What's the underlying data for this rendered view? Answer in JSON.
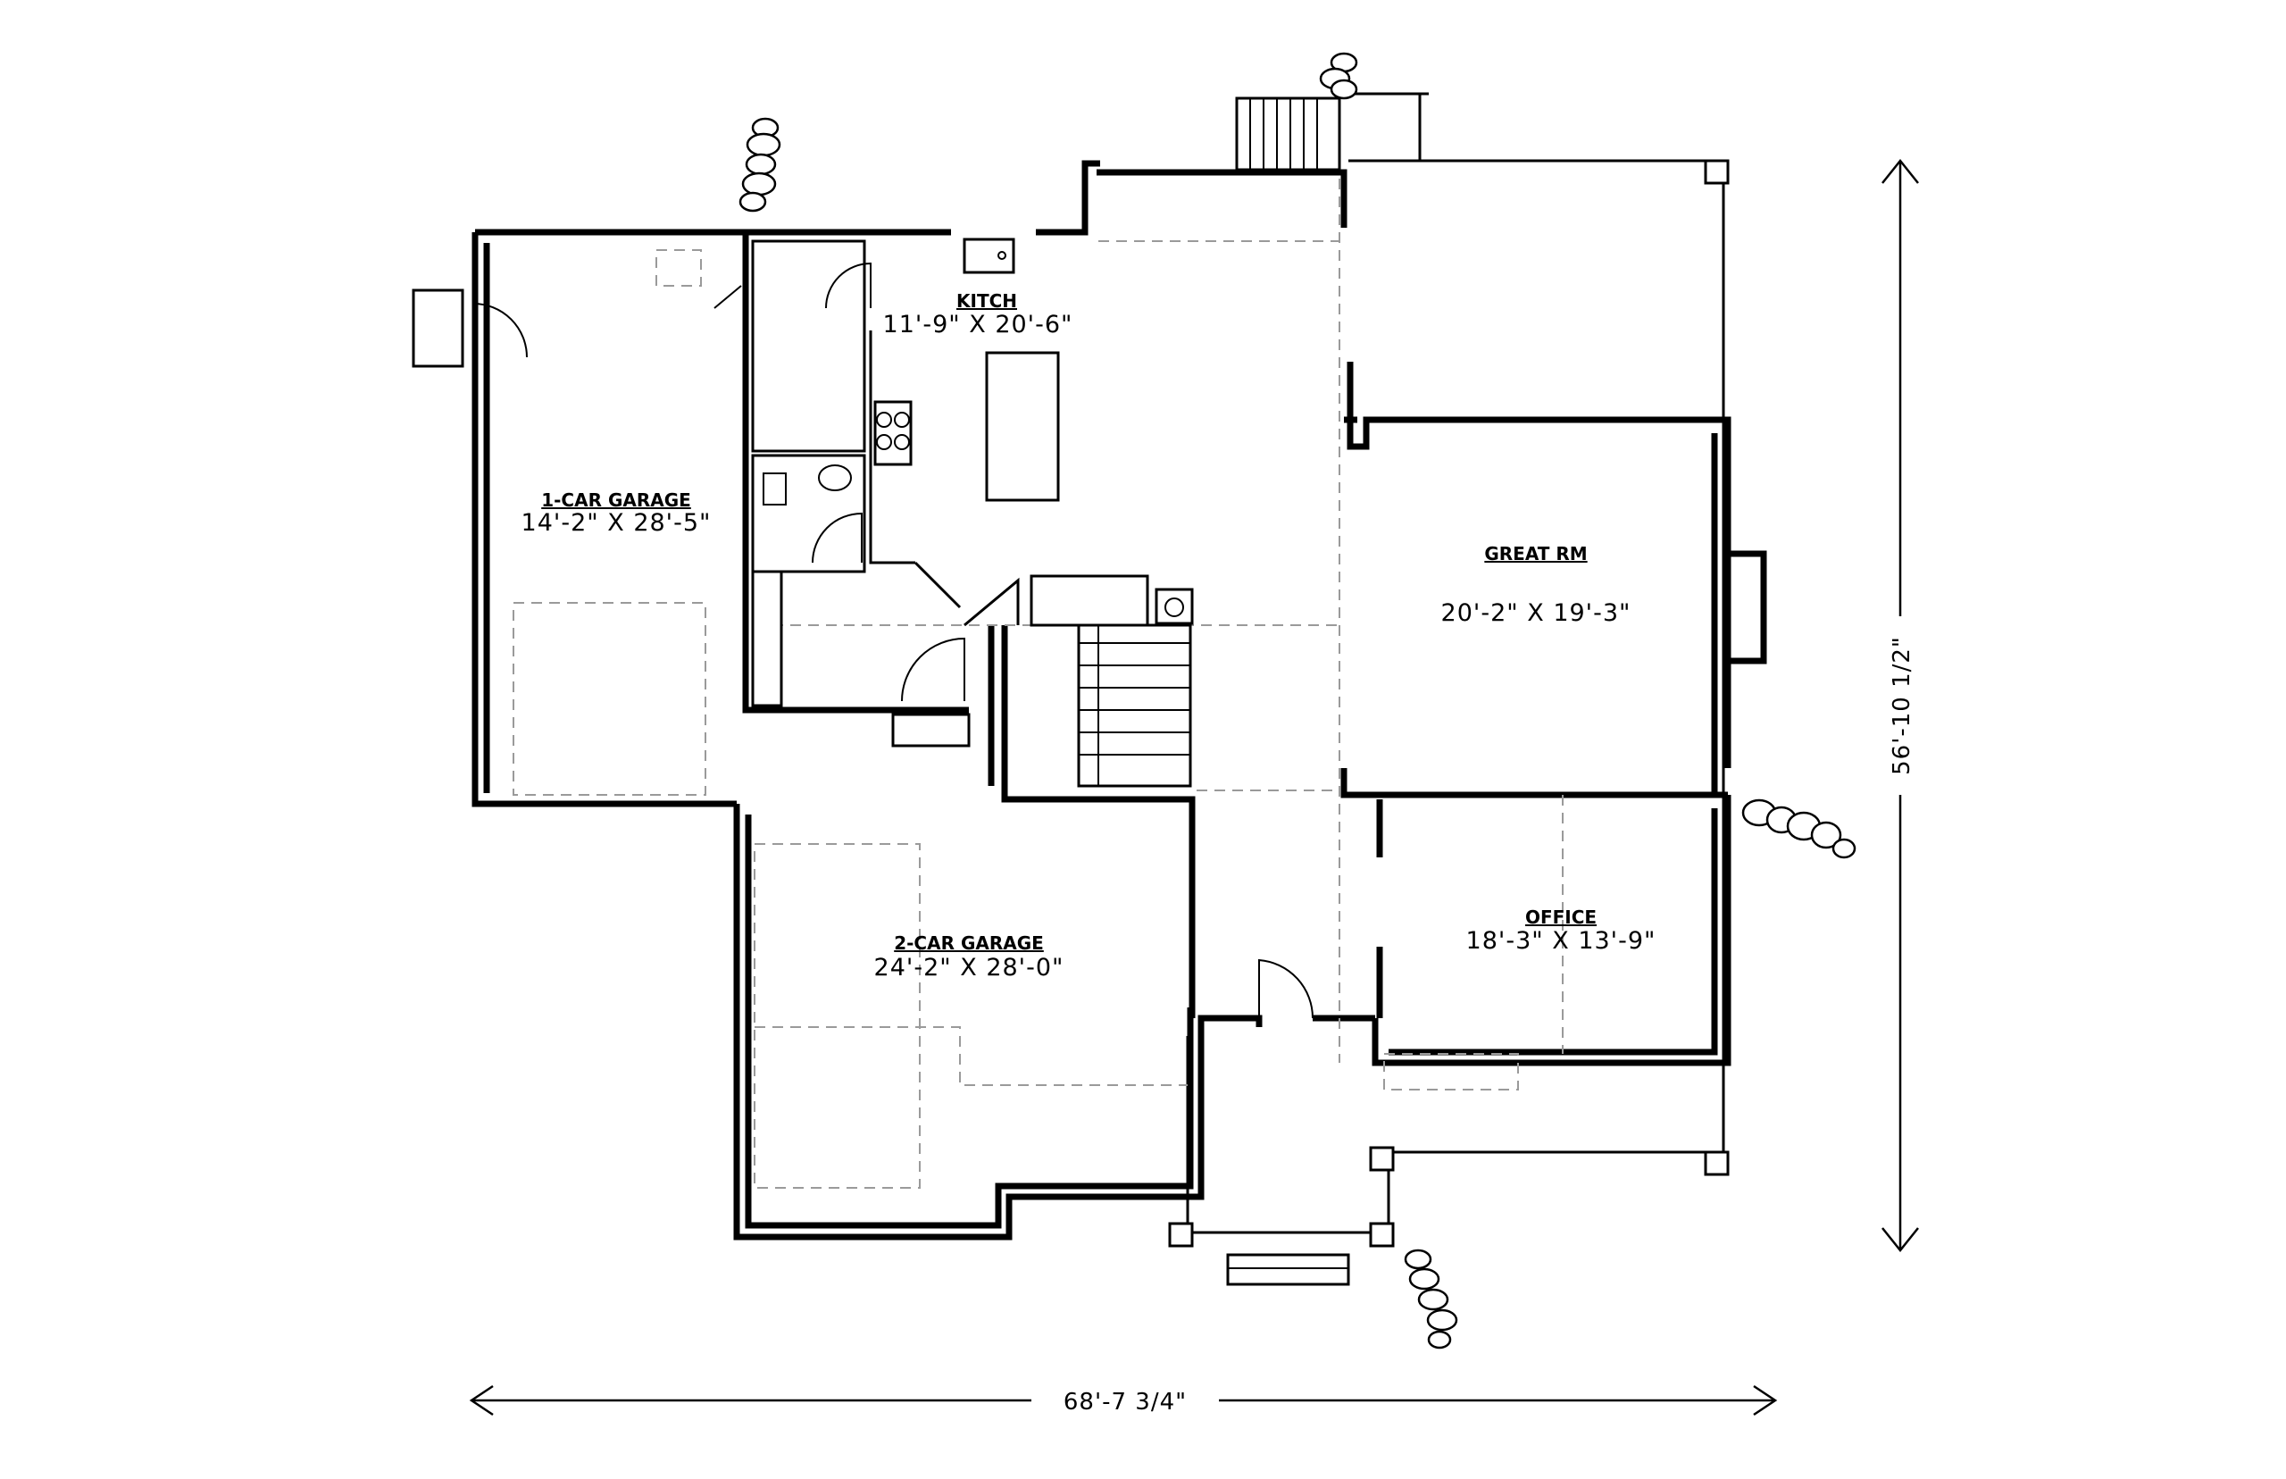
{
  "rooms": {
    "kitchen": {
      "name": "KITCH",
      "dims": "11'-9\" X 20'-6\""
    },
    "garage_1": {
      "name": "1-CAR GARAGE",
      "dims": "14'-2\" X 28'-5\""
    },
    "great_room": {
      "name": "GREAT RM",
      "dims": "20'-2\" X 19'-3\""
    },
    "office": {
      "name": "OFFICE",
      "dims": "18'-3\" X 13'-9\""
    },
    "garage_2": {
      "name": "2-CAR GARAGE",
      "dims": "24'-2\" X 28'-0\""
    }
  },
  "dimensions": {
    "overall_width": "68'-7 3/4\"",
    "overall_depth": "56'-10 1/2\""
  },
  "colors": {
    "ink": "#000000",
    "dashed": "#9a9a9a",
    "background": "#ffffff"
  }
}
